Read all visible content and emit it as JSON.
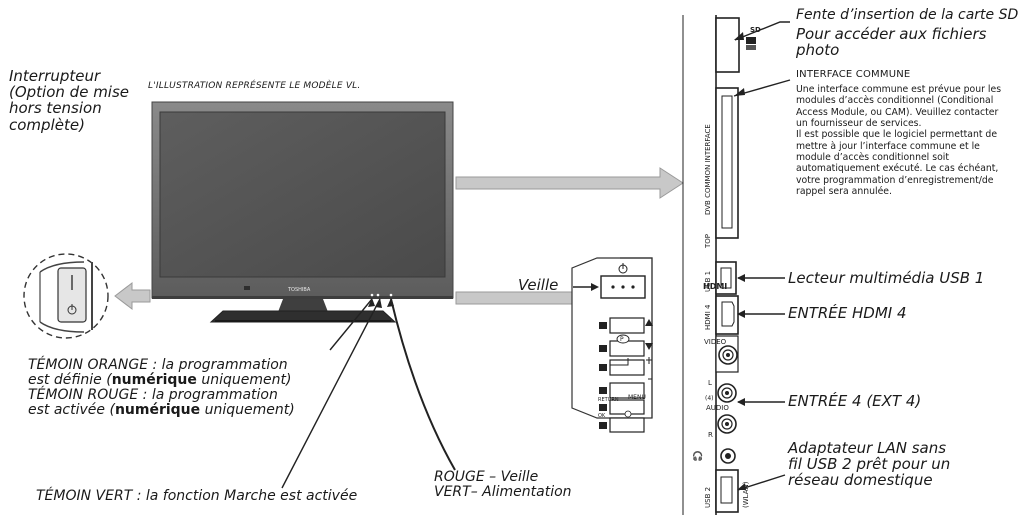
{
  "note_model": "L'ILLUSTRATION REPRÉSENTE LE MODÈLE VL.",
  "labels": {
    "interrupteur": [
      "Interrupteur",
      "(Option de mise",
      "hors tension",
      "complète)"
    ],
    "veille": "Veille",
    "temoin_orange_1": "TÉMOIN ORANGE : la programmation",
    "temoin_orange_2a": "est définie (",
    "temoin_bold": "numérique",
    "temoin_orange_2b": " uniquement)",
    "temoin_rouge_1": "TÉMOIN ROUGE : la programmation",
    "temoin_rouge_2a": "est activée (",
    "temoin_rouge_2b": " uniquement)",
    "temoin_vert": "TÉMOIN VERT : la fonction Marche est activée",
    "rouge_veille": "ROUGE – Veille",
    "vert_alim": "VERT– Alimentation",
    "sd_1": "Fente d’insertion de la carte SD",
    "sd_2": [
      "Pour accéder aux fichiers",
      "photo"
    ],
    "ci_title": "INTERFACE COMMUNE",
    "ci_text": [
      "Une interface commune est prévue pour les",
      "modules d’accès conditionnel (Conditional",
      "Access Module, ou CAM). Veuillez contacter",
      "un fournisseur de services.",
      "Il est possible que le logiciel permettant de",
      "mettre à jour l’interface commune et le",
      "module d’accès conditionnel soit",
      "automatiquement exécuté. Le cas échéant,",
      "votre programmation d’enregistrement/de",
      "rappel sera annulée."
    ],
    "usb1": "Lecteur multimédia USB 1",
    "hdmi4": "ENTRÉE HDMI 4",
    "entree4": "ENTRÉE 4 (EXT 4)",
    "lan": [
      "Adaptateur LAN sans",
      "fil USB 2 prêt pour un",
      "réseau domestique"
    ]
  },
  "tv": {
    "brand": "TOSHIBA"
  },
  "panel": {
    "ci_slot_label": "DVB COMMON INTERFACE",
    "top_label": "TOP",
    "usb1_label": "USB 1",
    "hdmi_logo": "HDMI",
    "hdmi4_label": "HDMI 4",
    "video_label": "VIDEO",
    "audio_label": "AUDIO",
    "l_label": "L",
    "r_label": "R",
    "in_label": "(4)",
    "wlan_label": "(WLAN)",
    "usb2_label": "USB 2"
  },
  "buttons": {
    "p_label": "P",
    "return_label": "RETURN",
    "menu_label": "MENU",
    "ok_label": "OK"
  },
  "colors": {
    "arrow_fill": "#c8c8c8",
    "tv_bezel": "#6b6b6b",
    "tv_screen": "#575757"
  }
}
